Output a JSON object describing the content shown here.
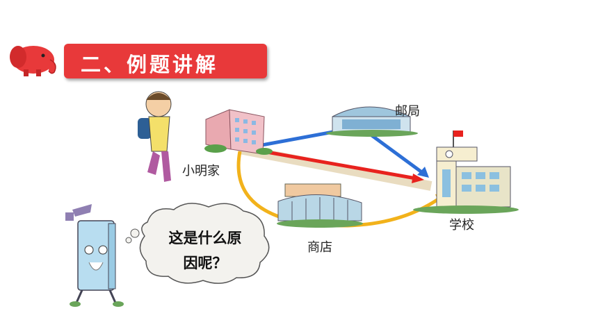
{
  "header": {
    "title": "二、例题讲解",
    "icon": "elephant-icon",
    "accent_color": "#e8393a"
  },
  "map": {
    "places": {
      "home": "小明家",
      "post_office": "邮局",
      "shop": "商店",
      "school": "学校"
    },
    "route_colors": {
      "direct": "#e8221e",
      "via_post": "#2d6fd6",
      "via_shop": "#f2b21b"
    }
  },
  "bubble": {
    "line1": "这是什么原",
    "line2": "因呢？"
  }
}
